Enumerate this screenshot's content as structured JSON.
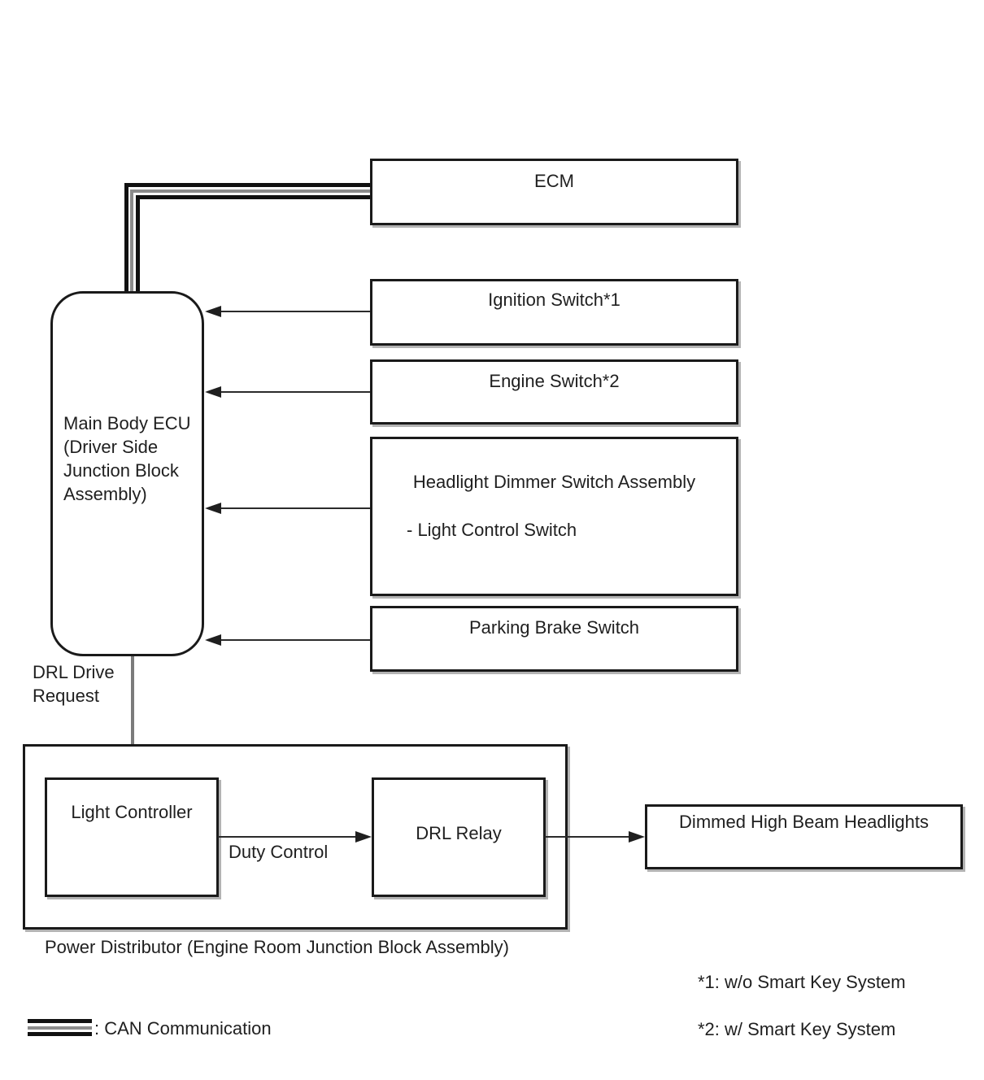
{
  "boxes": {
    "ecm": "ECM",
    "ignition_switch": "Ignition Switch*1",
    "engine_switch": "Engine Switch*2",
    "headlight_dimmer_assembly": "Headlight Dimmer Switch Assembly",
    "light_control_switch": "- Light Control Switch",
    "parking_brake_switch": "Parking Brake Switch",
    "main_body_ecu": "Main Body ECU\n(Driver Side\nJunction Block\nAssembly)",
    "light_controller": "Light Controller",
    "drl_relay": "DRL Relay",
    "dimmed_high_beam_headlights": "Dimmed High Beam Headlights"
  },
  "labels": {
    "drl_drive_request": "DRL Drive\nRequest",
    "duty_control": "Duty Control",
    "power_distributor": "Power Distributor (Engine Room Junction Block Assembly)"
  },
  "legend": {
    "can_communication": ": CAN Communication"
  },
  "notes": {
    "note1": "*1: w/o Smart Key System",
    "note2": "*2: w/ Smart Key System"
  },
  "colors": {
    "border": "#1a1a1a",
    "line": "#2b2b2b",
    "can_outer": "#111111",
    "can_middle": "#8c8c8c",
    "request_line": "#7b7b7b",
    "shadow": "#b3b3b3"
  }
}
